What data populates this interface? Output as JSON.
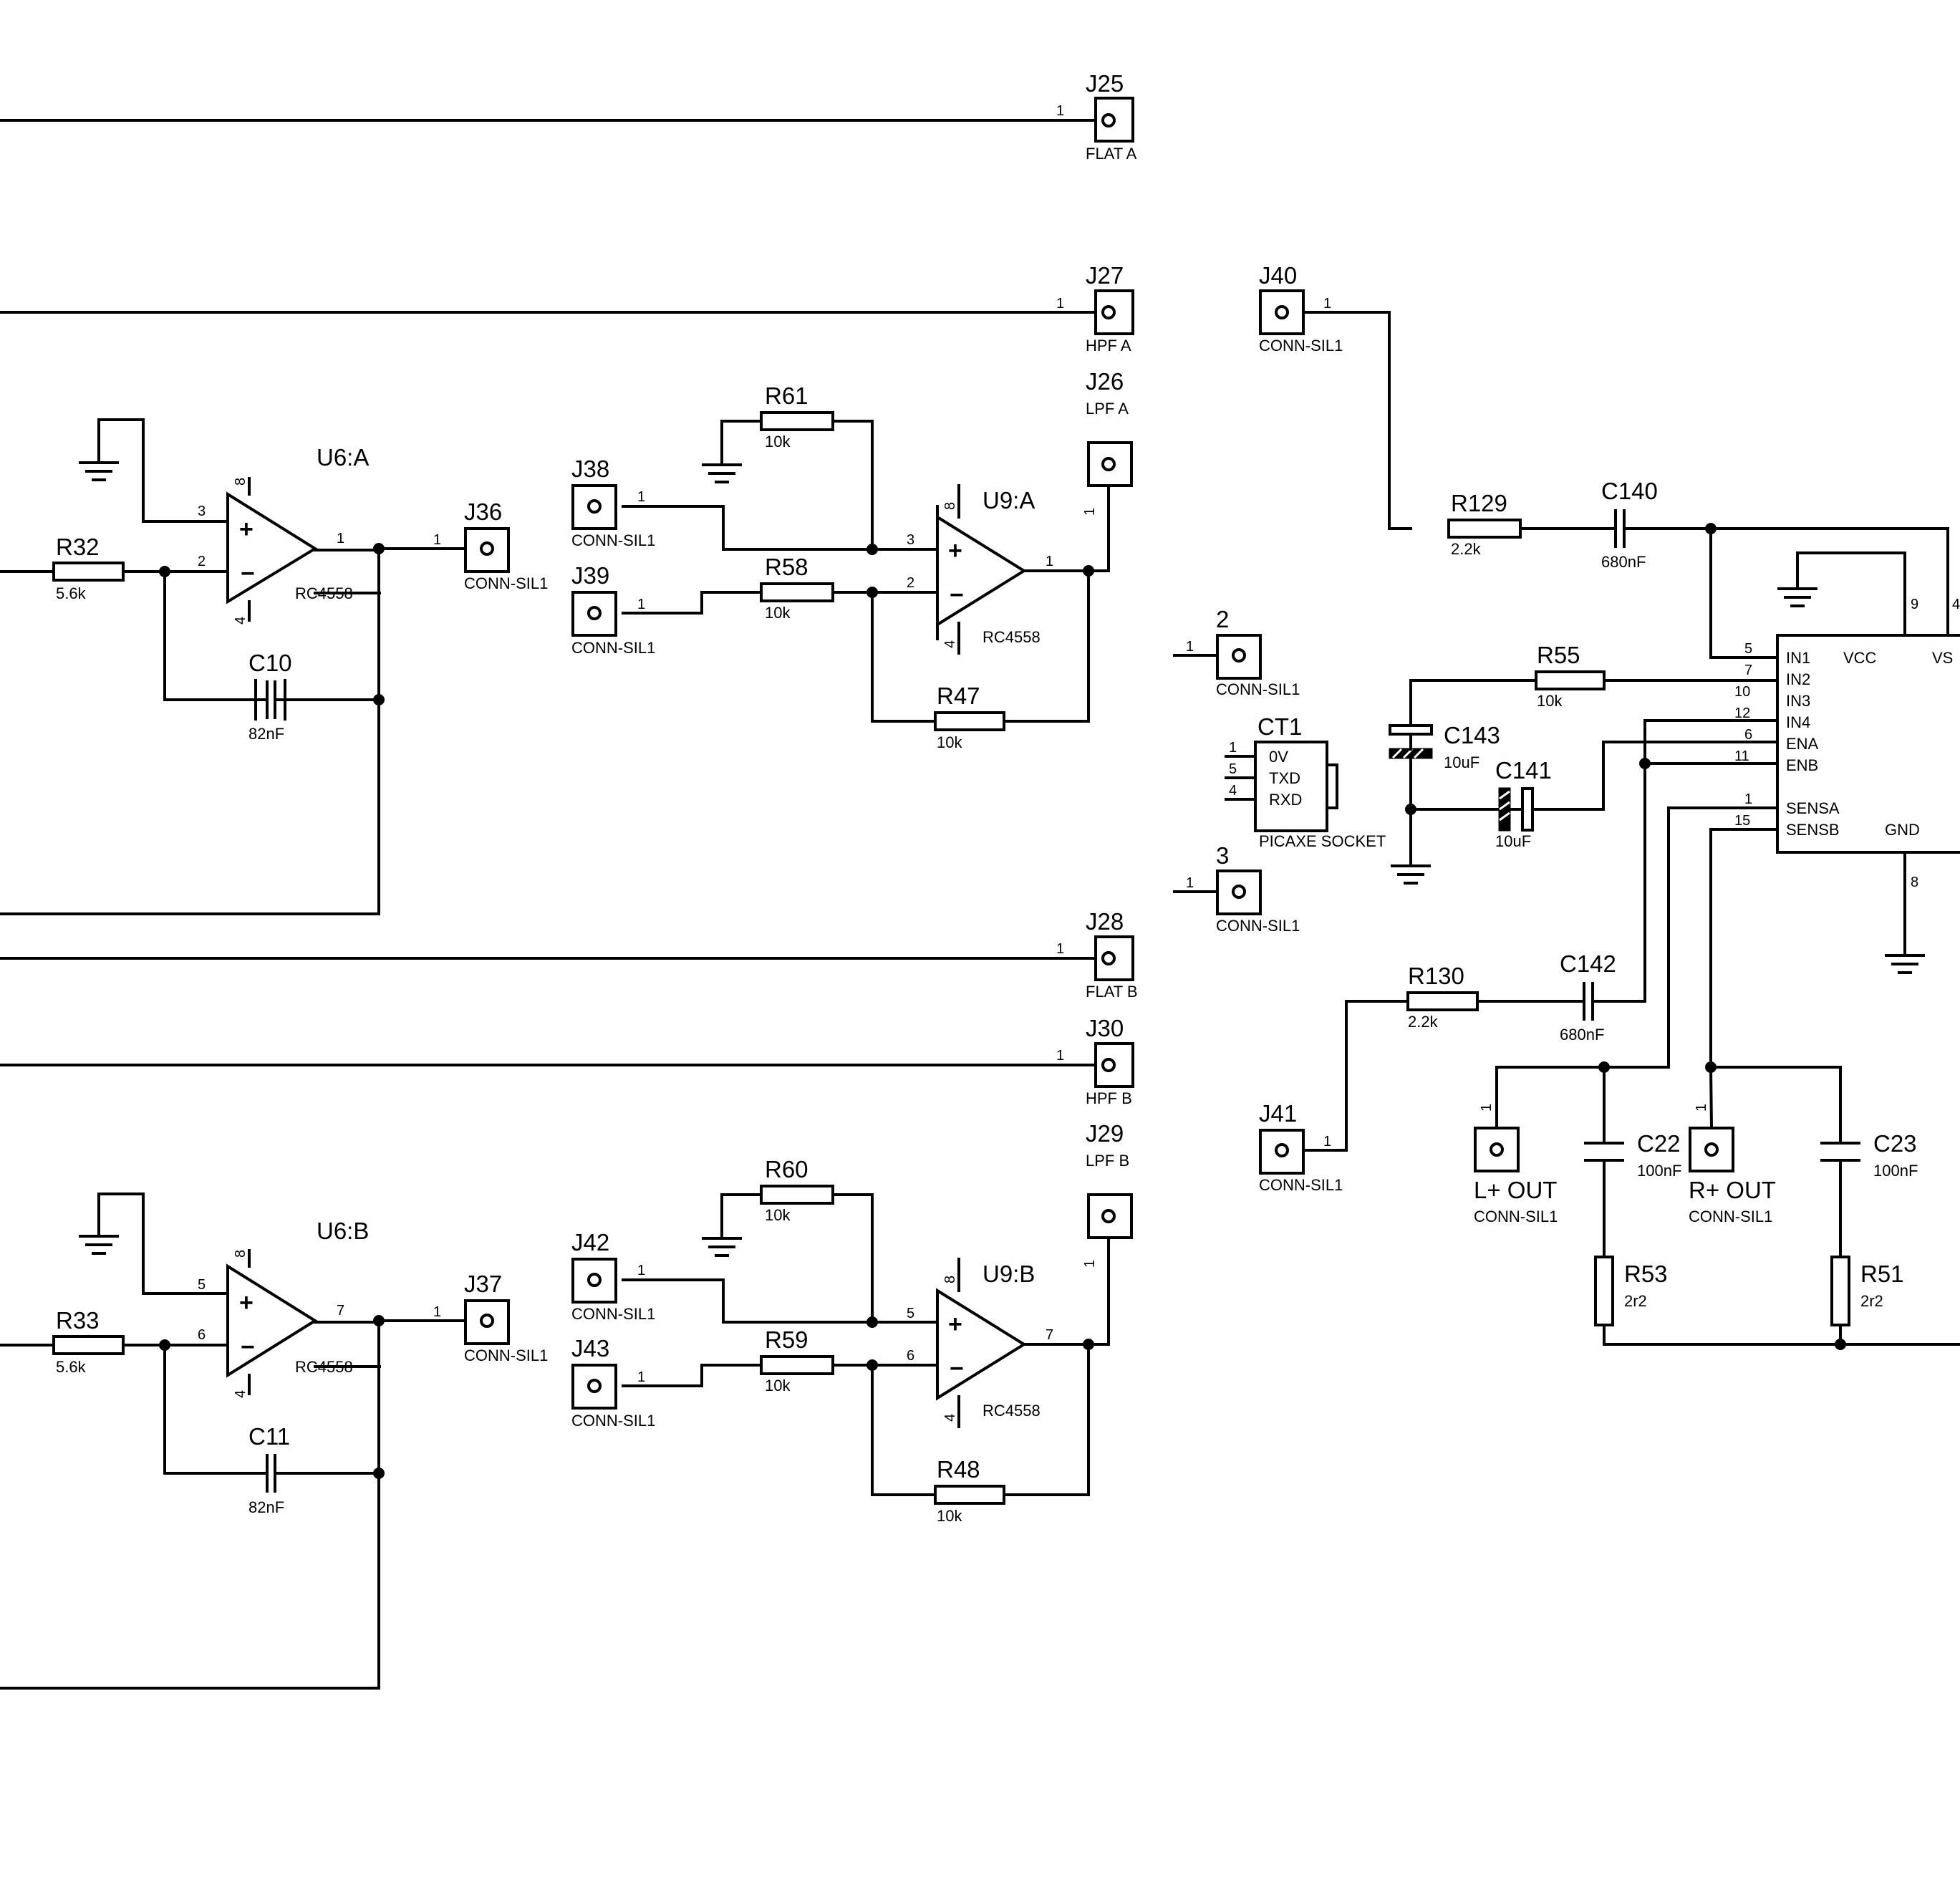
{
  "connectors": {
    "J25": {
      "ref": "J25",
      "label": "FLAT A",
      "pin": "1"
    },
    "J27": {
      "ref": "J27",
      "label": "HPF A",
      "pin": "1"
    },
    "J26": {
      "ref": "J26",
      "label": "LPF A",
      "pin": "1"
    },
    "J28": {
      "ref": "J28",
      "label": "FLAT B",
      "pin": "1"
    },
    "J30": {
      "ref": "J30",
      "label": "HPF B",
      "pin": "1"
    },
    "J29": {
      "ref": "J29",
      "label": "LPF B",
      "pin": "1"
    },
    "J36": {
      "ref": "J36",
      "label": "CONN-SIL1",
      "pin": "1"
    },
    "J37": {
      "ref": "J37",
      "label": "CONN-SIL1",
      "pin": "1"
    },
    "J38": {
      "ref": "J38",
      "label": "CONN-SIL1",
      "pin": "1"
    },
    "J39": {
      "ref": "J39",
      "label": "CONN-SIL1",
      "pin": "1"
    },
    "J42": {
      "ref": "J42",
      "label": "CONN-SIL1",
      "pin": "1"
    },
    "J43": {
      "ref": "J43",
      "label": "CONN-SIL1",
      "pin": "1"
    },
    "J40": {
      "ref": "J40",
      "label": "CONN-SIL1",
      "pin": "1"
    },
    "J41": {
      "ref": "J41",
      "label": "CONN-SIL1",
      "pin": "1"
    },
    "C2": {
      "ref": "2",
      "label": "CONN-SIL1",
      "pin": "1"
    },
    "C3": {
      "ref": "3",
      "label": "CONN-SIL1",
      "pin": "1"
    },
    "LOUT": {
      "ref": "L+ OUT",
      "label": "CONN-SIL1",
      "pin": "1"
    },
    "ROUT": {
      "ref": "R+ OUT",
      "label": "CONN-SIL1",
      "pin": "1"
    }
  },
  "resistors": {
    "R32": {
      "ref": "R32",
      "value": "5.6k"
    },
    "R33": {
      "ref": "R33",
      "value": "5.6k"
    },
    "R61": {
      "ref": "R61",
      "value": "10k"
    },
    "R58": {
      "ref": "R58",
      "value": "10k"
    },
    "R47": {
      "ref": "R47",
      "value": "10k"
    },
    "R60": {
      "ref": "R60",
      "value": "10k"
    },
    "R59": {
      "ref": "R59",
      "value": "10k"
    },
    "R48": {
      "ref": "R48",
      "value": "10k"
    },
    "R129": {
      "ref": "R129",
      "value": "2.2k"
    },
    "R130": {
      "ref": "R130",
      "value": "2.2k"
    },
    "R55": {
      "ref": "R55",
      "value": "10k"
    },
    "R53": {
      "ref": "R53",
      "value": "2r2"
    },
    "R51": {
      "ref": "R51",
      "value": "2r2"
    }
  },
  "capacitors": {
    "C10": {
      "ref": "C10",
      "value": "82nF"
    },
    "C11": {
      "ref": "C11",
      "value": "82nF"
    },
    "C140": {
      "ref": "C140",
      "value": "680nF"
    },
    "C142": {
      "ref": "C142",
      "value": "680nF"
    },
    "C143": {
      "ref": "C143",
      "value": "10uF"
    },
    "C141": {
      "ref": "C141",
      "value": "10uF"
    },
    "C22": {
      "ref": "C22",
      "value": "100nF"
    },
    "C23": {
      "ref": "C23",
      "value": "100nF"
    }
  },
  "opamps": {
    "U6A": {
      "ref": "U6:A",
      "part": "RC4558",
      "pin_in_plus": "3",
      "pin_in_minus": "2",
      "pin_out": "1",
      "pin_v_plus": "8",
      "pin_v_minus": "4"
    },
    "U6B": {
      "ref": "U6:B",
      "part": "RC4558",
      "pin_in_plus": "5",
      "pin_in_minus": "6",
      "pin_out": "7",
      "pin_v_plus": "8",
      "pin_v_minus": "4"
    },
    "U9A": {
      "ref": "U9:A",
      "part": "RC4558",
      "pin_in_plus": "3",
      "pin_in_minus": "2",
      "pin_out": "1",
      "pin_v_plus": "8",
      "pin_v_minus": "4"
    },
    "U9B": {
      "ref": "U9:B",
      "part": "RC4558",
      "pin_in_plus": "5",
      "pin_in_minus": "6",
      "pin_out": "7",
      "pin_v_plus": "8",
      "pin_v_minus": "4"
    }
  },
  "signs": {
    "plus": "+",
    "minus": "−"
  },
  "ct1": {
    "ref": "CT1",
    "part": "PICAXE SOCKET",
    "pins": [
      {
        "num": "1",
        "name": "0V"
      },
      {
        "num": "5",
        "name": "TXD"
      },
      {
        "num": "4",
        "name": "RXD"
      }
    ]
  },
  "driver_ic": {
    "left_pins": [
      {
        "num": "5",
        "name": "IN1"
      },
      {
        "num": "7",
        "name": "IN2"
      },
      {
        "num": "10",
        "name": "IN3"
      },
      {
        "num": "12",
        "name": "IN4"
      },
      {
        "num": "6",
        "name": "ENA"
      },
      {
        "num": "11",
        "name": "ENB"
      },
      {
        "num": "1",
        "name": "SENSA"
      },
      {
        "num": "15",
        "name": "SENSB"
      }
    ],
    "vcc": {
      "num": "9",
      "name": "VCC"
    },
    "vs": {
      "num": "4",
      "name": "VS"
    },
    "gnd": {
      "num": "8",
      "name": "GND"
    }
  }
}
